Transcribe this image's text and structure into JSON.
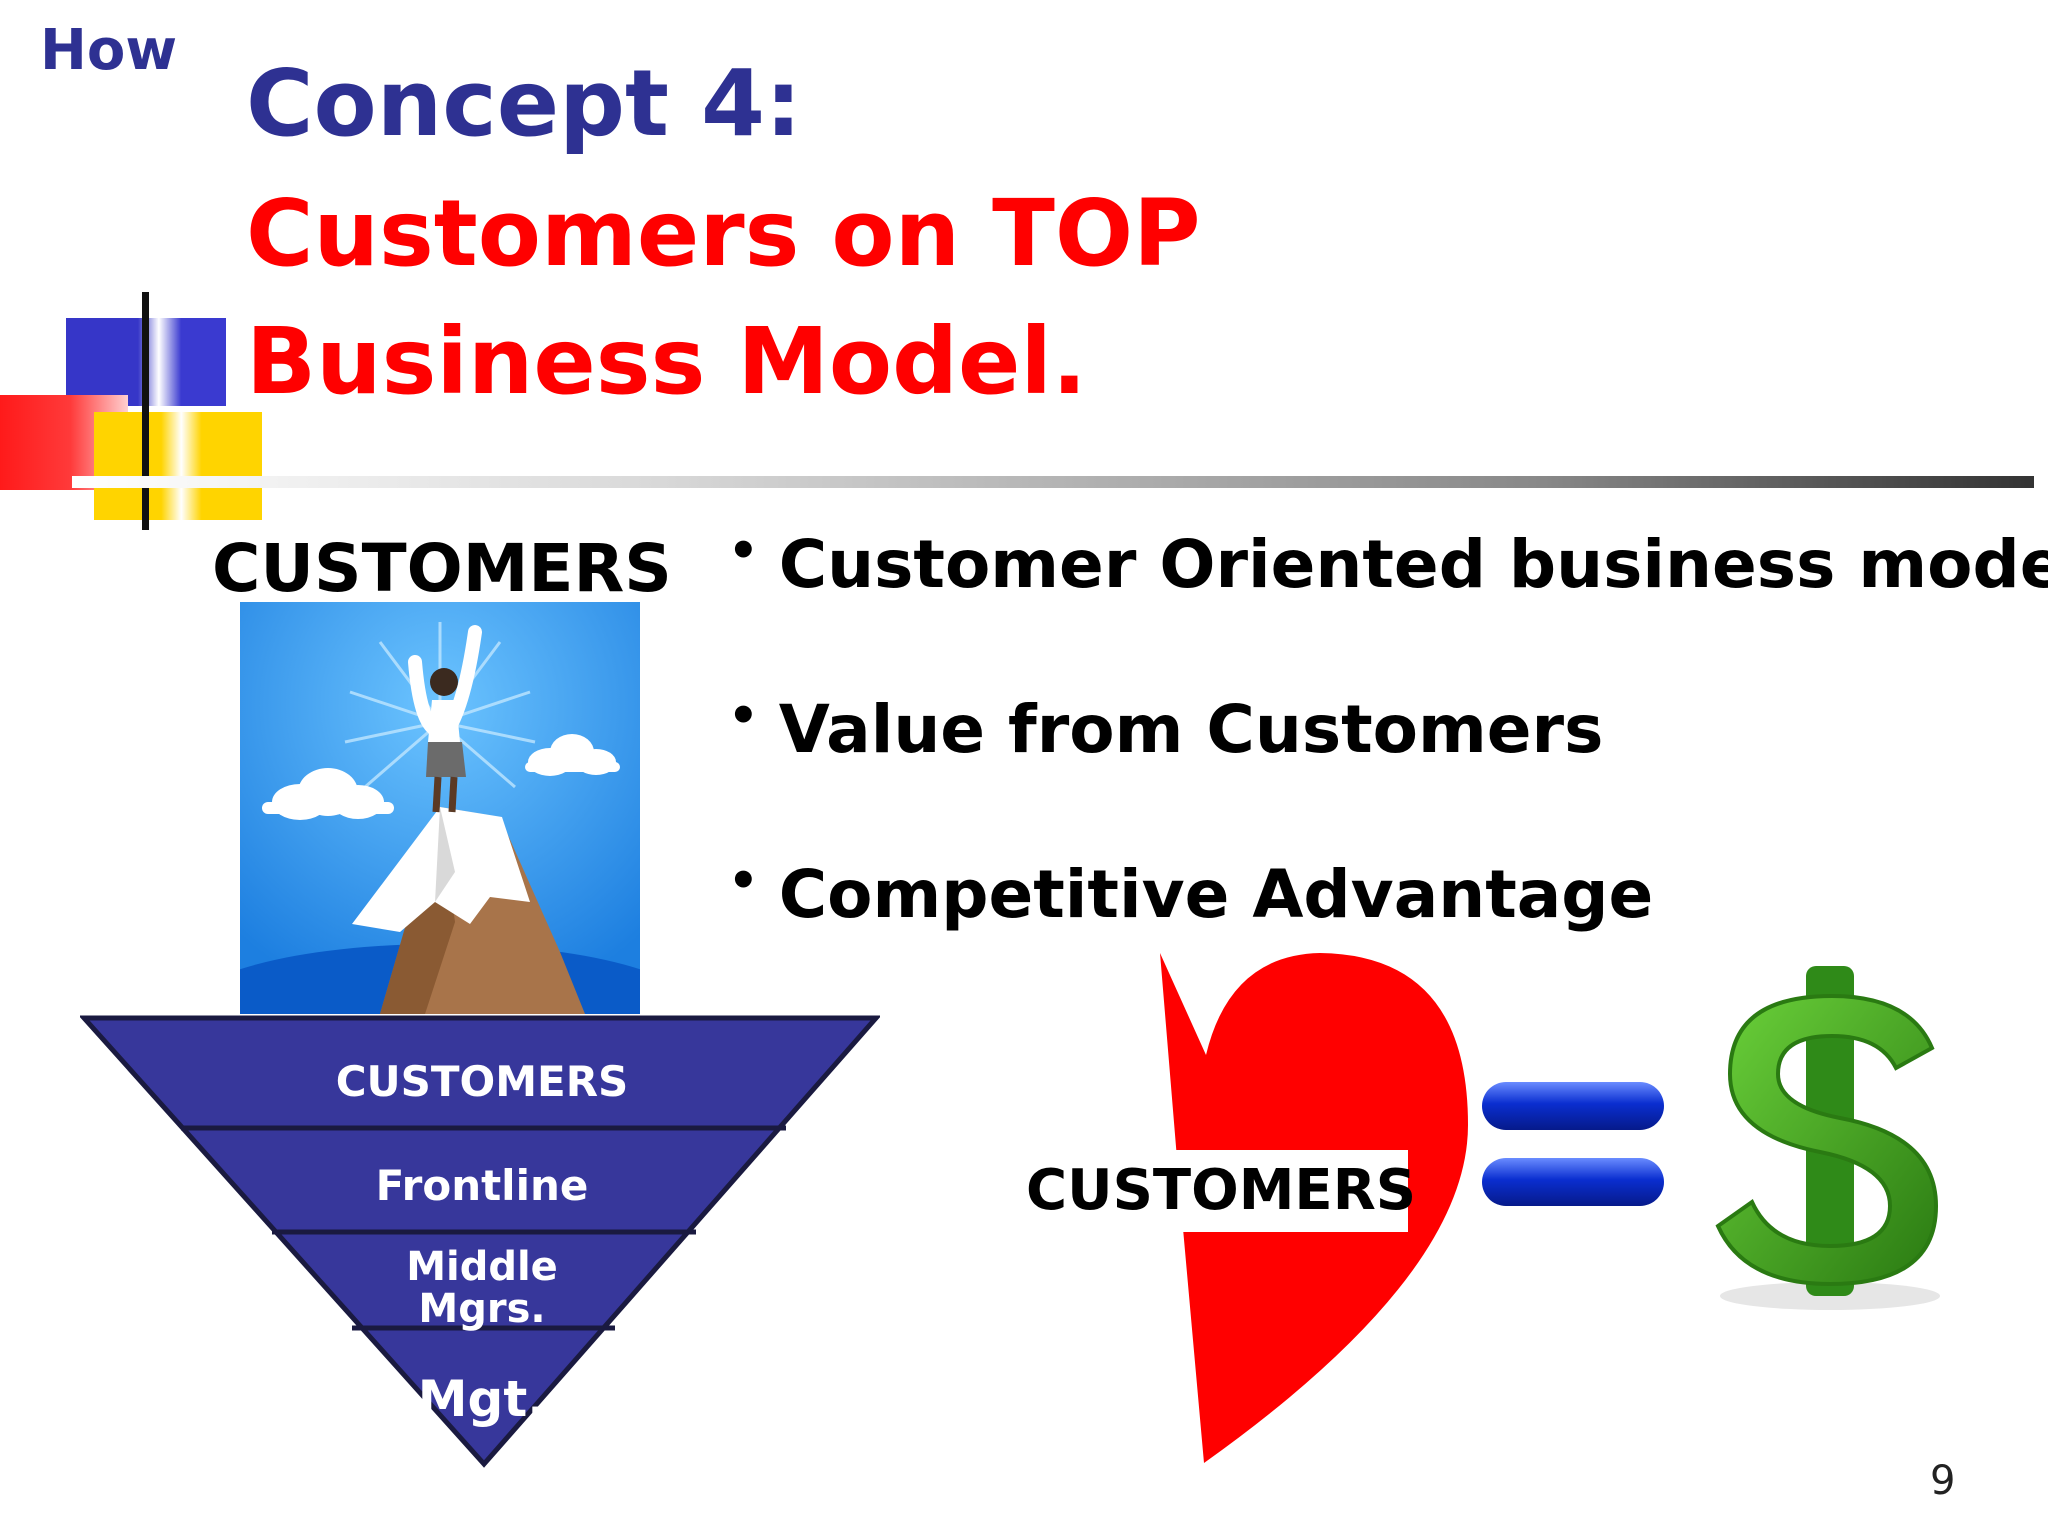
{
  "header": {
    "corner_text": "How",
    "title_line1": "Concept 4:",
    "title_line2": "Customers on TOP",
    "title_line3": "Business Model."
  },
  "left": {
    "label": "CUSTOMERS",
    "picture_icon": "person-on-mountain-peak-illustration",
    "pyramid": {
      "levels": [
        "CUSTOMERS",
        "Frontline",
        "Middle Mgrs.",
        "Mgt."
      ],
      "middle_line1": "Middle",
      "middle_line2": "Mgrs."
    }
  },
  "bullets": [
    "Customer Oriented business model",
    "Value from Customers",
    "Competitive Advantage"
  ],
  "equation": {
    "heart_label": "CUSTOMERS",
    "heart_icon": "half-heart-icon",
    "equals_icon": "equals-sign-icon",
    "dollar_icon": "dollar-sign-icon"
  },
  "colors": {
    "title_blue": "#2e3192",
    "title_red": "#ff0000",
    "pyramid_blue": "#37379b",
    "sky_blue": "#2f8fe8",
    "heart_red": "#ff0000",
    "dollar_green": "#3a9a1e"
  },
  "page_number": "9"
}
